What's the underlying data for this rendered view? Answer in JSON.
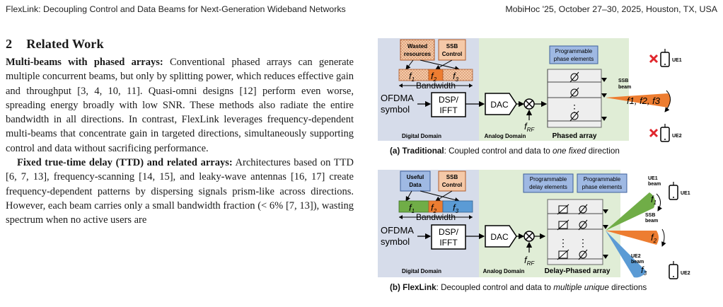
{
  "header": {
    "title": "FlexLink: Decoupling Control and Data Beams for Next-Generation Wideband Networks",
    "venue": "MobiHoc '25, October 27–30, 2025, Houston, TX, USA"
  },
  "section": {
    "number": "2",
    "title": "Related Work"
  },
  "paragraphs": [
    {
      "lead": "Multi-beams with phased arrays:",
      "text": " Conventional phased arrays can generate multiple concurrent beams, but only by splitting power, which reduces effective gain and throughput [3, 4, 10, 11]. Quasi-omni designs [12] perform even worse, spreading energy broadly with low SNR. These methods also radiate the entire bandwidth in all directions. In contrast, FlexLink leverages frequency-dependent multi-beams that concentrate gain in targeted directions, simultaneously supporting control and data without sacrificing performance."
    },
    {
      "lead": "Fixed true-time delay (TTD) and related arrays:",
      "text": " Architectures based on TTD [6, 7, 13], frequency-scanning [14, 15], and leaky-wave antennas [16, 17] create frequency-dependent patterns by dispersing signals prism-like across directions. However, each beam carries only a small bandwidth fraction (< 6% [7, 13]), wasting spectrum when no active users are"
    }
  ],
  "figure_a": {
    "wasted_label_1": "Wasted",
    "wasted_label_2": "resources",
    "ssb_label_1": "SSB",
    "ssb_label_2": "Control",
    "f1": "f",
    "f1_sub": "1",
    "f2": "f",
    "f2_sub": "2",
    "f3": "f",
    "f3_sub": "3",
    "bandwidth": "Bandwidth",
    "ofdma_1": "OFDMA",
    "ofdma_2": "symbol",
    "dsp_1": "DSP/",
    "dsp_2": "IFFT",
    "dac": "DAC",
    "frf": "f",
    "frf_sub": "RF",
    "prog_phase_1": "Programmable",
    "prog_phase_2": "phase elements",
    "digital_domain": "Digital Domain",
    "analog_domain": "Analog Domain",
    "phased_array": "Phased array",
    "ssb_beam_1": "SSB",
    "ssb_beam_2": "beam",
    "beam_freqs": "f1, f2, f3",
    "ue1": "UE1",
    "ue2": "UE2",
    "caption_bold": "(a) Traditional",
    "caption_rest": ": Coupled control and data to ",
    "caption_italic": "one fixed",
    "caption_end": " direction"
  },
  "figure_b": {
    "useful_1": "Useful",
    "useful_2": "Data",
    "ssb_label_1": "SSB",
    "ssb_label_2": "Control",
    "f1": "f",
    "f1_sub": "1",
    "f2": "f",
    "f2_sub": "2",
    "f3": "f",
    "f3_sub": "3",
    "bandwidth": "Bandwidth",
    "ofdma_1": "OFDMA",
    "ofdma_2": "symbol",
    "dsp_1": "DSP/",
    "dsp_2": "IFFT",
    "dac": "DAC",
    "frf": "f",
    "frf_sub": "RF",
    "prog_delay_1": "Programmable",
    "prog_delay_2": "delay elements",
    "prog_phase_1": "Programmable",
    "prog_phase_2": "phase elements",
    "digital_domain": "Digital Domain",
    "analog_domain": "Analog Domain",
    "delay_phased": "Delay-Phased array",
    "ue1_beam_1": "UE1",
    "ue1_beam_2": "beam",
    "ssb_beam_1": "SSB",
    "ssb_beam_2": "beam",
    "ue2_beam_1": "UE2",
    "ue2_beam_2": "beam",
    "beam_f1": "f",
    "beam_f1_sub": "1",
    "beam_f2": "f",
    "beam_f2_sub": "2",
    "beam_f3": "f",
    "beam_f3_sub": "3",
    "ue1": "UE1",
    "ue2": "UE2",
    "caption_bold": "(b) FlexLink",
    "caption_rest": ": Decoupled control and data to ",
    "caption_italic": "multiple unique",
    "caption_end": " directions"
  },
  "colors": {
    "digital_bg": "#d6dcea",
    "analog_bg": "#e0edd6",
    "wasted": "#f5c9a8",
    "orange": "#ed7d31",
    "green": "#70ad47",
    "blue": "#5b9bd5",
    "label_blue": "#9fb9e3",
    "red": "#e0262c"
  }
}
